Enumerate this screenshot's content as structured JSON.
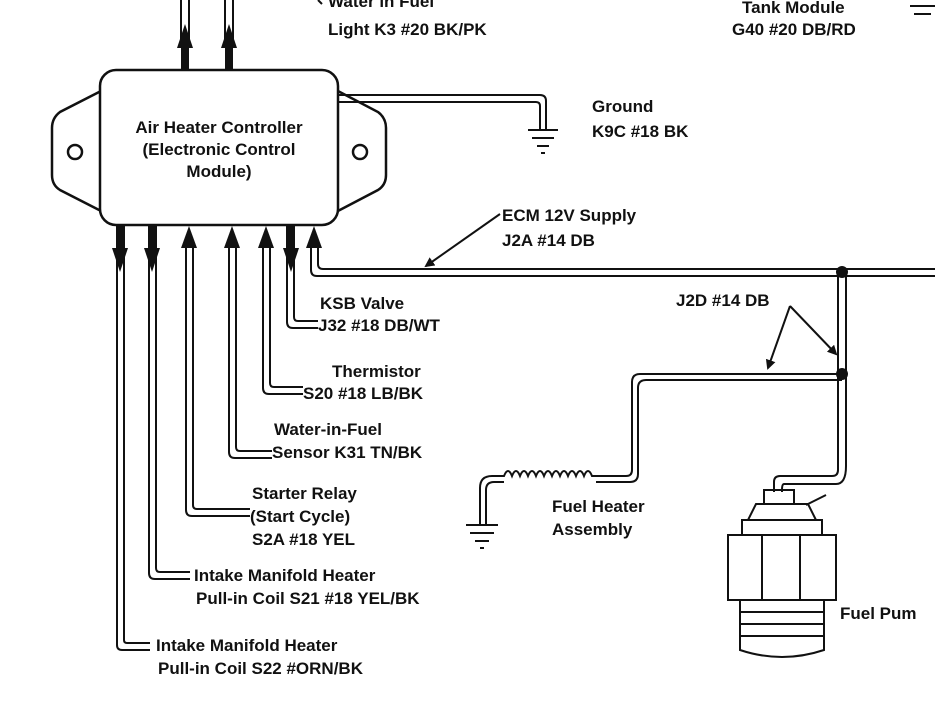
{
  "ecm": {
    "line1": "Air Heater Controller",
    "line2": "(Electronic Control",
    "line3": "Module)"
  },
  "labels": {
    "water_in_fuel_top_1": "Water in Fuel",
    "water_in_fuel_top_2": "Light K3 #20 BK/PK",
    "tank_module_1": "Tank Module",
    "tank_module_2": "G40 #20 DB/RD",
    "ground_1": "Ground",
    "ground_2": "K9C #18 BK",
    "ecm_supply_1": "ECM 12V Supply",
    "ecm_supply_2": "J2A #14 DB",
    "j2d": "J2D #14 DB",
    "ksb_1": "KSB Valve",
    "ksb_2": "J32 #18 DB/WT",
    "thermistor_1": "Thermistor",
    "thermistor_2": "S20 #18 LB/BK",
    "wif_sensor_1": "Water-in-Fuel",
    "wif_sensor_2": "Sensor K31 TN/BK",
    "starter_1": "Starter Relay",
    "starter_2": "(Start Cycle)",
    "starter_3": "S2A #18 YEL",
    "imh1_1": "Intake Manifold Heater",
    "imh1_2": "Pull-in Coil S21 #18 YEL/BK",
    "imh2_1": "Intake Manifold Heater",
    "imh2_2": "Pull-in Coil S22 #ORN/BK",
    "fuel_heater_1": "Fuel Heater",
    "fuel_heater_2": "Assembly",
    "fuel_pump": "Fuel Pum"
  }
}
